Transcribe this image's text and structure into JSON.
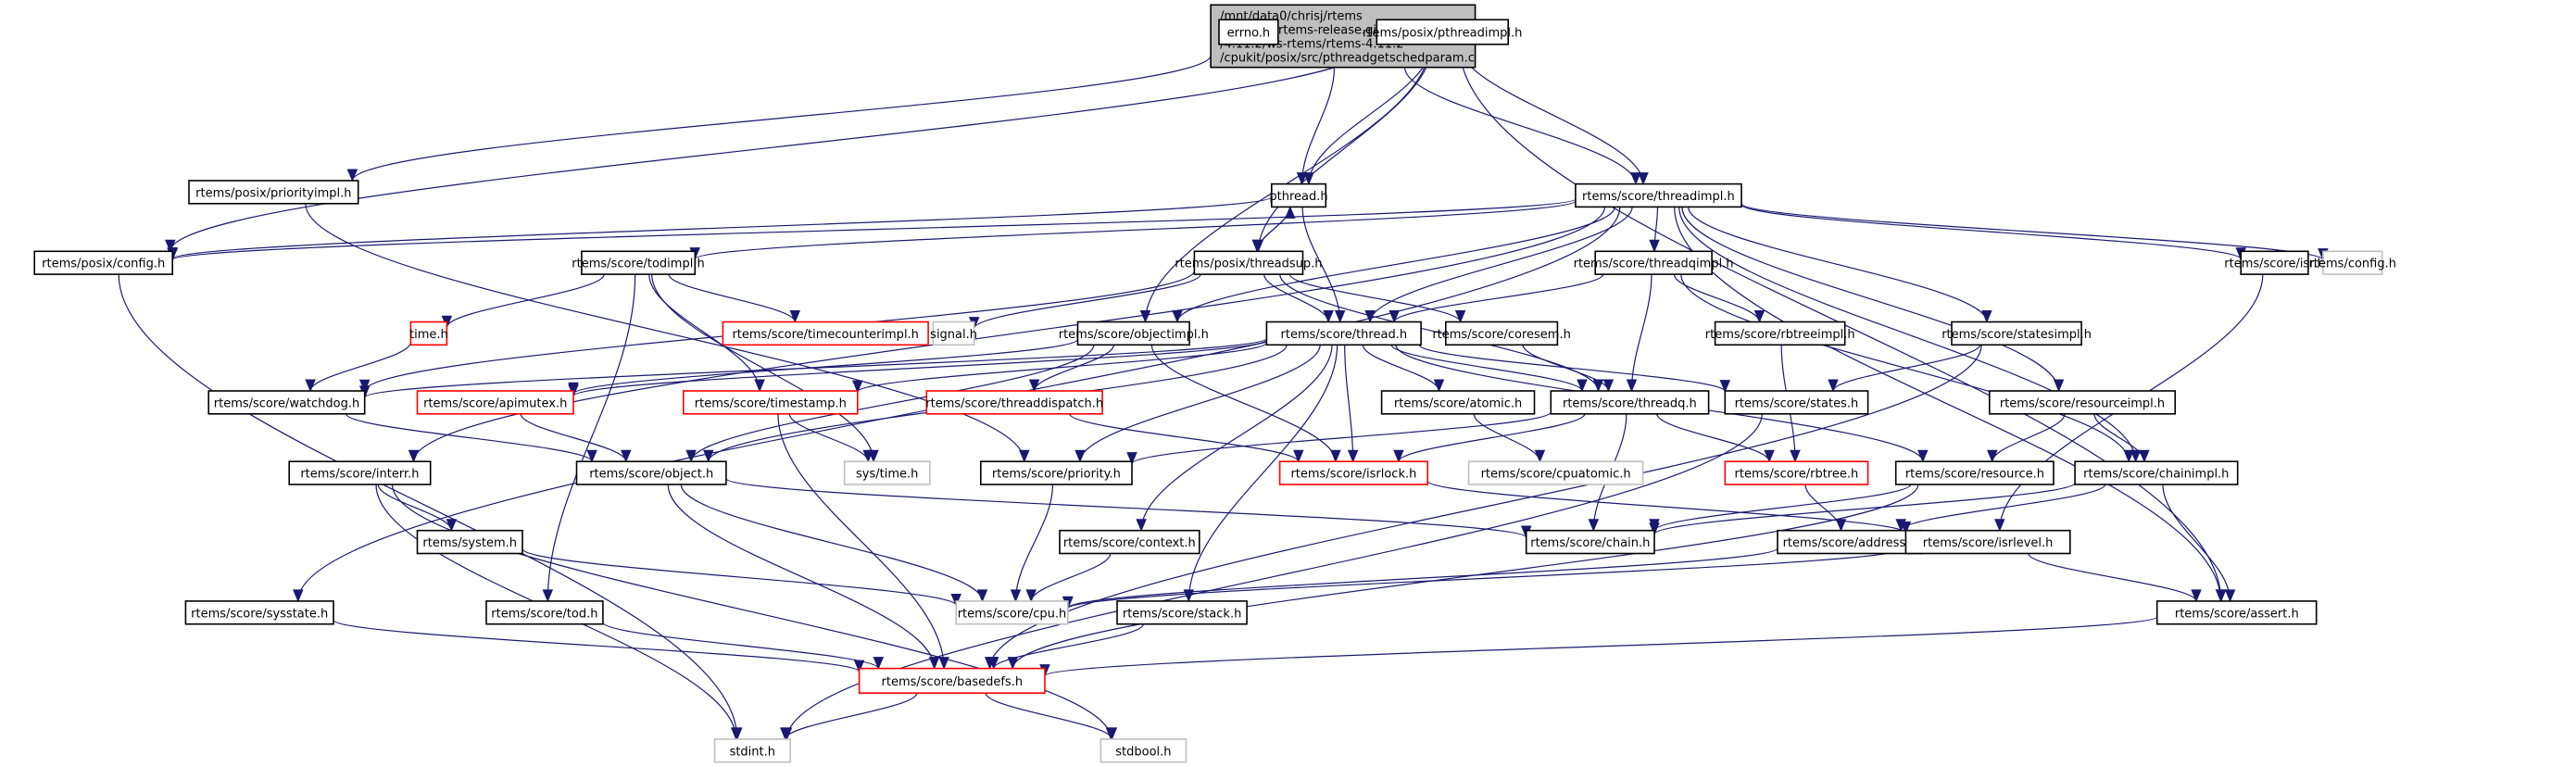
{
  "graph": {
    "title": "Include dependency graph for pthreadgetschedparam.c",
    "colors": {
      "edge": "#191970",
      "root_fill": "#bfbfbf",
      "normal_border": "#000000",
      "missing_border": "#ff0000",
      "external_border": "#bfbfbf",
      "node_fill": "#ffffff"
    },
    "nodes": [
      {
        "id": "root",
        "label": [
          "/mnt/data0/chrisj/rtems",
          "/releases/rtems-release.git",
          "/4.11.2/ws-rtems/rtems-4.11.2",
          "/cpukit/posix/src/pthreadgetschedparam.c"
        ],
        "kind": "root"
      },
      {
        "id": "errno",
        "label": [
          "errno.h"
        ],
        "kind": "normal"
      },
      {
        "id": "pthreadimpl",
        "label": [
          "rtems/posix/pthreadimpl.h"
        ],
        "kind": "normal"
      },
      {
        "id": "priorityimpl",
        "label": [
          "rtems/posix/priorityimpl.h"
        ],
        "kind": "normal"
      },
      {
        "id": "pthread",
        "label": [
          "pthread.h"
        ],
        "kind": "normal"
      },
      {
        "id": "threadimpl",
        "label": [
          "rtems/score/threadimpl.h"
        ],
        "kind": "normal"
      },
      {
        "id": "posixconfig",
        "label": [
          "rtems/posix/config.h"
        ],
        "kind": "normal"
      },
      {
        "id": "todimpl",
        "label": [
          "rtems/score/todimpl.h"
        ],
        "kind": "normal"
      },
      {
        "id": "threadsup",
        "label": [
          "rtems/posix/threadsup.h"
        ],
        "kind": "normal"
      },
      {
        "id": "threadqimpl",
        "label": [
          "rtems/score/threadqimpl.h"
        ],
        "kind": "normal"
      },
      {
        "id": "isr",
        "label": [
          "rtems/score/isr.h"
        ],
        "kind": "normal"
      },
      {
        "id": "rtemsconfig",
        "label": [
          "rtems/config.h"
        ],
        "kind": "external"
      },
      {
        "id": "timeh",
        "label": [
          "time.h"
        ],
        "kind": "missing"
      },
      {
        "id": "timecounterimpl",
        "label": [
          "rtems/score/timecounterimpl.h"
        ],
        "kind": "missing"
      },
      {
        "id": "signal",
        "label": [
          "signal.h"
        ],
        "kind": "external"
      },
      {
        "id": "objectimpl",
        "label": [
          "rtems/score/objectimpl.h"
        ],
        "kind": "normal"
      },
      {
        "id": "thread",
        "label": [
          "rtems/score/thread.h"
        ],
        "kind": "normal"
      },
      {
        "id": "coresem",
        "label": [
          "rtems/score/coresem.h"
        ],
        "kind": "normal"
      },
      {
        "id": "rbtreeimpl",
        "label": [
          "rtems/score/rbtreeimpl.h"
        ],
        "kind": "normal"
      },
      {
        "id": "statesimpl",
        "label": [
          "rtems/score/statesimpl.h"
        ],
        "kind": "normal"
      },
      {
        "id": "watchdog",
        "label": [
          "rtems/score/watchdog.h"
        ],
        "kind": "normal"
      },
      {
        "id": "apimutex",
        "label": [
          "rtems/score/apimutex.h"
        ],
        "kind": "missing"
      },
      {
        "id": "timestamp",
        "label": [
          "rtems/score/timestamp.h"
        ],
        "kind": "missing"
      },
      {
        "id": "threaddispatch",
        "label": [
          "rtems/score/threaddispatch.h"
        ],
        "kind": "missing"
      },
      {
        "id": "atomic",
        "label": [
          "rtems/score/atomic.h"
        ],
        "kind": "normal"
      },
      {
        "id": "threadq",
        "label": [
          "rtems/score/threadq.h"
        ],
        "kind": "normal"
      },
      {
        "id": "states",
        "label": [
          "rtems/score/states.h"
        ],
        "kind": "normal"
      },
      {
        "id": "resourceimpl",
        "label": [
          "rtems/score/resourceimpl.h"
        ],
        "kind": "normal"
      },
      {
        "id": "interr",
        "label": [
          "rtems/score/interr.h"
        ],
        "kind": "normal"
      },
      {
        "id": "object",
        "label": [
          "rtems/score/object.h"
        ],
        "kind": "normal"
      },
      {
        "id": "systime",
        "label": [
          "sys/time.h"
        ],
        "kind": "external"
      },
      {
        "id": "priority",
        "label": [
          "rtems/score/priority.h"
        ],
        "kind": "normal"
      },
      {
        "id": "isrlock",
        "label": [
          "rtems/score/isrlock.h"
        ],
        "kind": "missing"
      },
      {
        "id": "cpuatomic",
        "label": [
          "rtems/score/cpuatomic.h"
        ],
        "kind": "external"
      },
      {
        "id": "rbtree",
        "label": [
          "rtems/score/rbtree.h"
        ],
        "kind": "missing"
      },
      {
        "id": "resource",
        "label": [
          "rtems/score/resource.h"
        ],
        "kind": "normal"
      },
      {
        "id": "chainimpl",
        "label": [
          "rtems/score/chainimpl.h"
        ],
        "kind": "normal"
      },
      {
        "id": "system",
        "label": [
          "rtems/system.h"
        ],
        "kind": "normal"
      },
      {
        "id": "context",
        "label": [
          "rtems/score/context.h"
        ],
        "kind": "normal"
      },
      {
        "id": "chain",
        "label": [
          "rtems/score/chain.h"
        ],
        "kind": "normal"
      },
      {
        "id": "address",
        "label": [
          "rtems/score/address.h"
        ],
        "kind": "normal"
      },
      {
        "id": "isrlevel",
        "label": [
          "rtems/score/isrlevel.h"
        ],
        "kind": "normal"
      },
      {
        "id": "sysstate",
        "label": [
          "rtems/score/sysstate.h"
        ],
        "kind": "normal"
      },
      {
        "id": "tod",
        "label": [
          "rtems/score/tod.h"
        ],
        "kind": "normal"
      },
      {
        "id": "cpu",
        "label": [
          "rtems/score/cpu.h"
        ],
        "kind": "external"
      },
      {
        "id": "stack",
        "label": [
          "rtems/score/stack.h"
        ],
        "kind": "normal"
      },
      {
        "id": "assert",
        "label": [
          "rtems/score/assert.h"
        ],
        "kind": "normal"
      },
      {
        "id": "basedefs",
        "label": [
          "rtems/score/basedefs.h"
        ],
        "kind": "missing"
      },
      {
        "id": "stdint",
        "label": [
          "stdint.h"
        ],
        "kind": "external"
      },
      {
        "id": "stdbool",
        "label": [
          "stdbool.h"
        ],
        "kind": "external"
      }
    ],
    "edges": [
      [
        "root",
        "errno"
      ],
      [
        "root",
        "pthreadimpl"
      ],
      [
        "root",
        "priorityimpl"
      ],
      [
        "root",
        "pthread"
      ],
      [
        "root",
        "threadimpl"
      ],
      [
        "errno",
        "errno"
      ],
      [
        "pthreadimpl",
        "posixconfig"
      ],
      [
        "pthreadimpl",
        "pthread"
      ],
      [
        "pthreadimpl",
        "threadsup"
      ],
      [
        "pthreadimpl",
        "threadimpl"
      ],
      [
        "pthreadimpl",
        "objectimpl"
      ],
      [
        "pthreadimpl",
        "assert"
      ],
      [
        "priorityimpl",
        "priority"
      ],
      [
        "pthread",
        "threadsup"
      ],
      [
        "pthread",
        "thread"
      ],
      [
        "pthread",
        "posixconfig"
      ],
      [
        "threadsup",
        "pthread"
      ],
      [
        "threadsup",
        "thread"
      ],
      [
        "threadsup",
        "coresem"
      ],
      [
        "threadsup",
        "signal"
      ],
      [
        "threadsup",
        "threadq"
      ],
      [
        "threadsup",
        "watchdog"
      ],
      [
        "threadimpl",
        "todimpl"
      ],
      [
        "threadimpl",
        "threadqimpl"
      ],
      [
        "threadimpl",
        "isr"
      ],
      [
        "threadimpl",
        "rtemsconfig"
      ],
      [
        "threadimpl",
        "objectimpl"
      ],
      [
        "threadimpl",
        "thread"
      ],
      [
        "threadimpl",
        "statesimpl"
      ],
      [
        "threadimpl",
        "resourceimpl"
      ],
      [
        "threadimpl",
        "chainimpl"
      ],
      [
        "threadimpl",
        "assert"
      ],
      [
        "threadimpl",
        "interr"
      ],
      [
        "threadimpl",
        "sysstate"
      ],
      [
        "threadimpl",
        "posixconfig"
      ],
      [
        "posixconfig",
        "stdint"
      ],
      [
        "todimpl",
        "timeh"
      ],
      [
        "todimpl",
        "timecounterimpl"
      ],
      [
        "todimpl",
        "timestamp"
      ],
      [
        "todimpl",
        "systime"
      ],
      [
        "todimpl",
        "tod"
      ],
      [
        "timeh",
        "watchdog"
      ],
      [
        "threadqimpl",
        "thread"
      ],
      [
        "threadqimpl",
        "rbtreeimpl"
      ],
      [
        "threadqimpl",
        "threadq"
      ],
      [
        "threadqimpl",
        "chainimpl"
      ],
      [
        "isr",
        "isrlevel"
      ],
      [
        "objectimpl",
        "object"
      ],
      [
        "objectimpl",
        "isrlock"
      ],
      [
        "objectimpl",
        "threaddispatch"
      ],
      [
        "objectimpl",
        "apimutex"
      ],
      [
        "thread",
        "object"
      ],
      [
        "thread",
        "atomic"
      ],
      [
        "thread",
        "threadq"
      ],
      [
        "thread",
        "states"
      ],
      [
        "thread",
        "priority"
      ],
      [
        "thread",
        "isrlock"
      ],
      [
        "thread",
        "context"
      ],
      [
        "thread",
        "stack"
      ],
      [
        "thread",
        "resource"
      ],
      [
        "thread",
        "watchdog"
      ],
      [
        "thread",
        "timestamp"
      ],
      [
        "thread",
        "apimutex"
      ],
      [
        "coresem",
        "threadq"
      ],
      [
        "rbtreeimpl",
        "rbtree"
      ],
      [
        "statesimpl",
        "states"
      ],
      [
        "statesimpl",
        "basedefs"
      ],
      [
        "watchdog",
        "object"
      ],
      [
        "apimutex",
        "object"
      ],
      [
        "timestamp",
        "systime"
      ],
      [
        "timestamp",
        "basedefs"
      ],
      [
        "threaddispatch",
        "isrlock"
      ],
      [
        "atomic",
        "cpuatomic"
      ],
      [
        "threadq",
        "priority"
      ],
      [
        "threadq",
        "isrlock"
      ],
      [
        "threadq",
        "rbtree"
      ],
      [
        "threadq",
        "chain"
      ],
      [
        "states",
        "stdint"
      ],
      [
        "resourceimpl",
        "resource"
      ],
      [
        "resourceimpl",
        "chainimpl"
      ],
      [
        "interr",
        "system"
      ],
      [
        "interr",
        "stdbool"
      ],
      [
        "interr",
        "stdint"
      ],
      [
        "object",
        "chain"
      ],
      [
        "object",
        "cpu"
      ],
      [
        "object",
        "basedefs"
      ],
      [
        "priority",
        "cpu"
      ],
      [
        "isrlock",
        "isrlevel"
      ],
      [
        "rbtree",
        "address"
      ],
      [
        "resource",
        "chain"
      ],
      [
        "resource",
        "basedefs"
      ],
      [
        "chainimpl",
        "chain"
      ],
      [
        "chainimpl",
        "address"
      ],
      [
        "chainimpl",
        "assert"
      ],
      [
        "system",
        "cpu"
      ],
      [
        "context",
        "cpu"
      ],
      [
        "address",
        "cpu"
      ],
      [
        "isrlevel",
        "cpu"
      ],
      [
        "isrlevel",
        "assert"
      ],
      [
        "sysstate",
        "basedefs"
      ],
      [
        "tod",
        "basedefs"
      ],
      [
        "stack",
        "basedefs"
      ],
      [
        "assert",
        "basedefs"
      ],
      [
        "basedefs",
        "stdint"
      ],
      [
        "basedefs",
        "stdbool"
      ]
    ]
  }
}
